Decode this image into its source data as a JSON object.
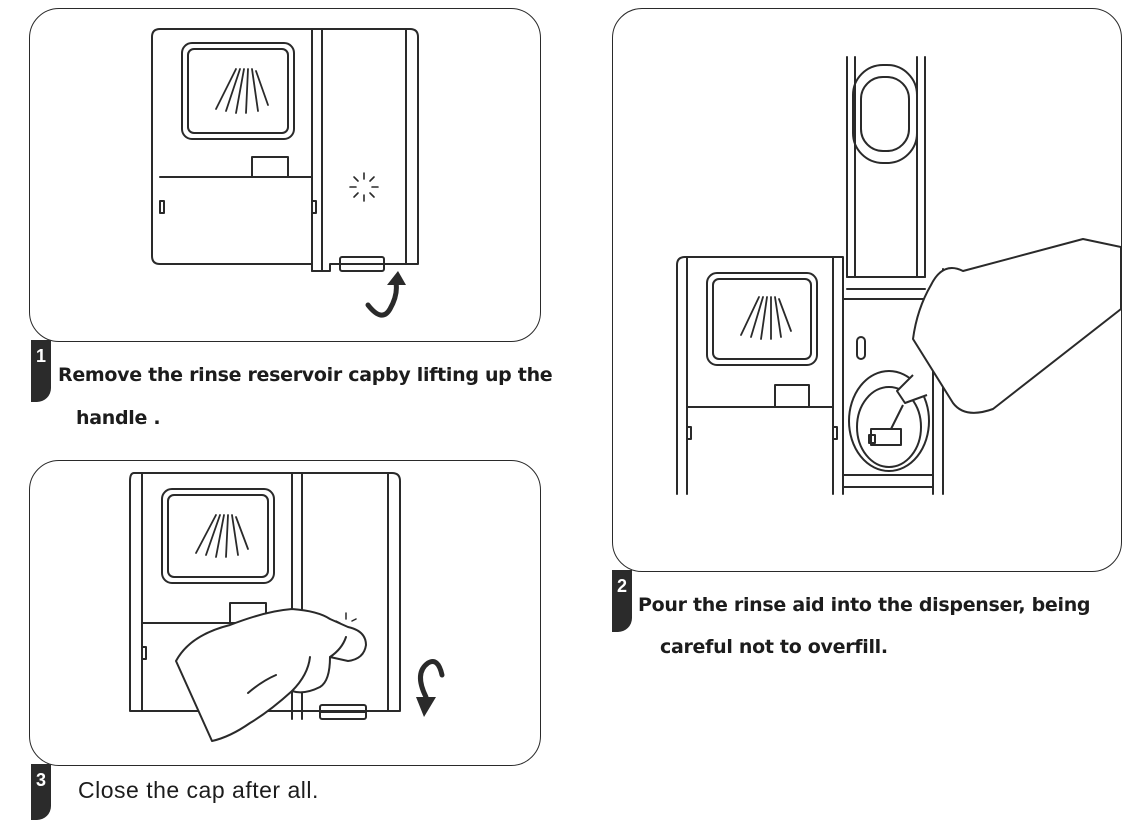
{
  "steps": [
    {
      "number": "1",
      "line1": "Remove the rinse reservoir capby lifting up the",
      "line2": "handle ."
    },
    {
      "number": "2",
      "line1": "Pour the rinse aid into the dispenser, being",
      "line2": "careful not to overfill."
    },
    {
      "number": "3",
      "line1": "Close the cap after all."
    }
  ],
  "colors": {
    "line": "#2a2a2a",
    "tab": "#2b2b2b",
    "background": "#ffffff"
  },
  "icons": [
    "rinse-spray-icon",
    "sparkle-indicator-icon",
    "lift-arrow-icon",
    "close-arrow-icon",
    "rinse-aid-bottle",
    "hand-illustration"
  ]
}
